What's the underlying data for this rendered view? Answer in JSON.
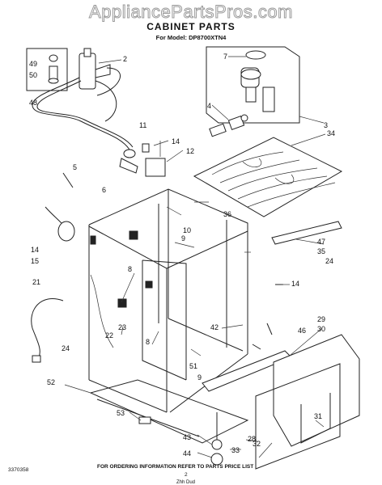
{
  "watermark": "AppliancePartsPros.com",
  "title": "CABINET PARTS",
  "subtitle": "For Model: DP8700XTN4",
  "footer": {
    "left_code": "3370358",
    "ordering_info": "FOR ORDERING INFORMATION REFER TO PARTS PRICE LIST",
    "page_number": "2",
    "page_mark": "Zhh Dud"
  },
  "callouts": [
    "2",
    "3",
    "4",
    "5",
    "6",
    "7",
    "8",
    "8",
    "9",
    "9",
    "10",
    "11",
    "12",
    "14",
    "14",
    "14",
    "15",
    "21",
    "22",
    "23",
    "24",
    "24",
    "28",
    "29",
    "30",
    "31",
    "32",
    "33",
    "34",
    "35",
    "36",
    "42",
    "43",
    "44",
    "46",
    "47",
    "48",
    "49",
    "50",
    "51",
    "52",
    "53"
  ]
}
